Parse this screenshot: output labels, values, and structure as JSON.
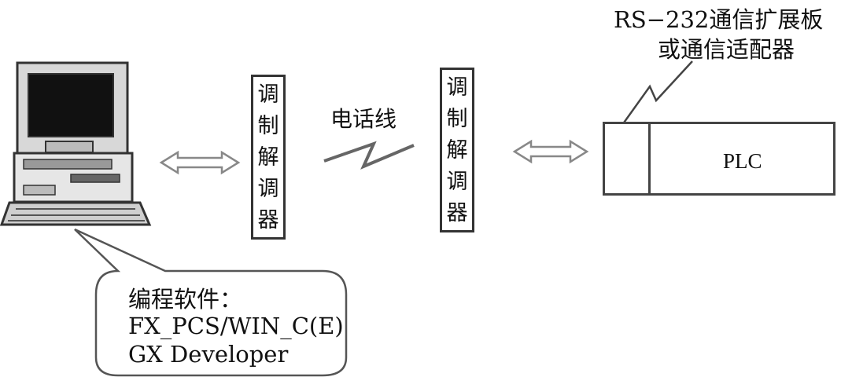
{
  "modem_left": {
    "chars": [
      "调",
      "制",
      "解",
      "调",
      "器"
    ]
  },
  "modem_right": {
    "chars": [
      "调",
      "制",
      "解",
      "调",
      "器"
    ]
  },
  "phone_line_label": "电话线",
  "plc_label": "PLC",
  "adapter_callout": {
    "line1": "RS−232通信扩展板",
    "line2": "或通信适配器"
  },
  "software_callout": {
    "line1": "编程软件：",
    "line2": "FX_PCS/WIN_C(E)",
    "line3": "GX Developer"
  },
  "icons": [
    "computer-icon",
    "double-arrow-icon",
    "lightning-icon"
  ]
}
